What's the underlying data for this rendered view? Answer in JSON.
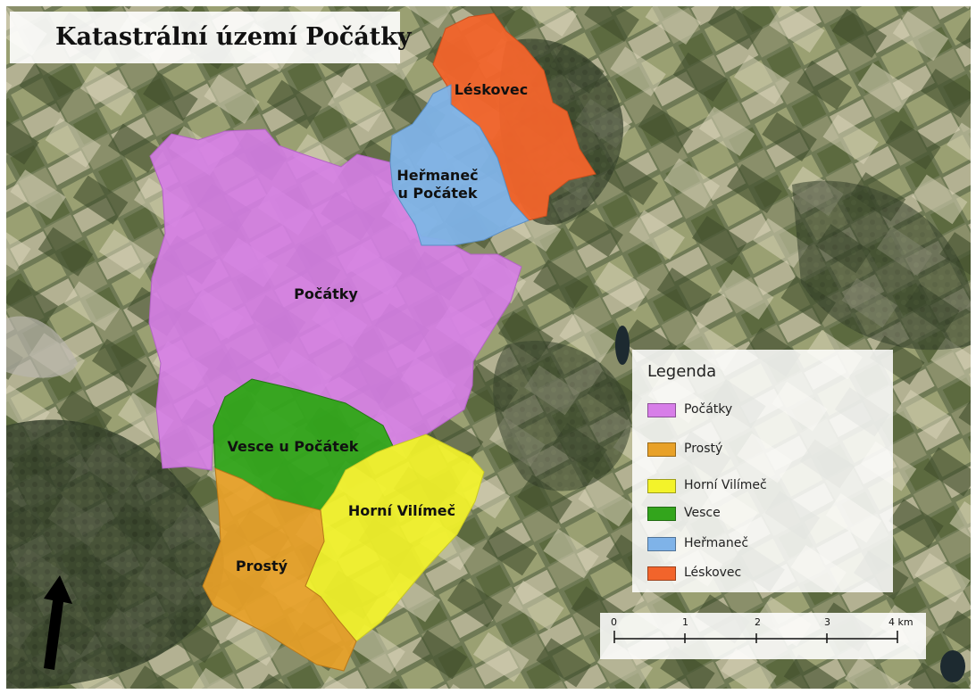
{
  "map": {
    "title": "Katastrální území Počátky",
    "regions": [
      {
        "key": "pocatky",
        "label": "Počátky",
        "color": "#d77ee8"
      },
      {
        "key": "prosty",
        "label": "Prostý",
        "color": "#e8a128"
      },
      {
        "key": "horni_vilimec",
        "label": "Horní Vilímeč",
        "color": "#f3f32a"
      },
      {
        "key": "vesce",
        "label": "Vesce u Počátek",
        "color": "#33a51c"
      },
      {
        "key": "hermanec",
        "label_line1": "Heřmaneč",
        "label_line2": "u Počátek",
        "color": "#7fb3e8"
      },
      {
        "key": "leskovec",
        "label": "Léskovec",
        "color": "#f2642b"
      }
    ],
    "legend": {
      "title": "Legenda",
      "items": [
        {
          "label": "Počátky",
          "color": "#d77ee8"
        },
        {
          "label": "Prostý",
          "color": "#e8a128"
        },
        {
          "label": "Horní Vilímeč",
          "color": "#f3f32a"
        },
        {
          "label": "Vesce",
          "color": "#33a51c"
        },
        {
          "label": "Heřmaneč",
          "color": "#7fb3e8"
        },
        {
          "label": "Léskovec",
          "color": "#f2642b"
        }
      ]
    },
    "scale": {
      "ticks": [
        "0",
        "1",
        "2",
        "3",
        "4 km"
      ]
    },
    "north_arrow_icon": "north-arrow-icon"
  }
}
